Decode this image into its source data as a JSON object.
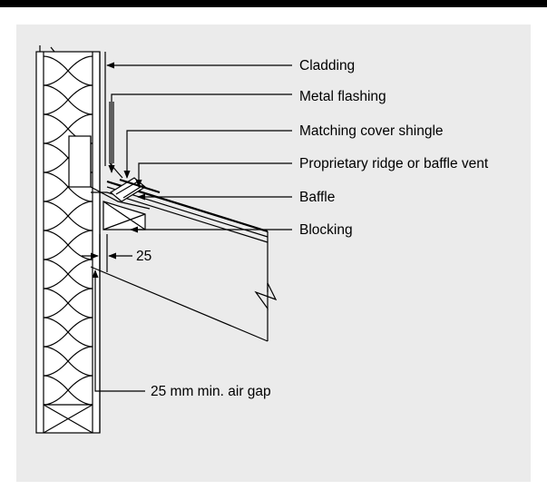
{
  "labels": {
    "cladding": "Cladding",
    "metal_flashing": "Metal flashing",
    "matching_cover_shingle": "Matching cover shingle",
    "proprietary_vent": "Proprietary ridge or baffle vent",
    "baffle": "Baffle",
    "blocking": "Blocking",
    "dimension_25": "25",
    "air_gap": "25 mm min. air gap"
  },
  "colors": {
    "background": "#ffffff",
    "panel": "#ebebeb",
    "line": "#000000",
    "fill": "#ffffff"
  }
}
